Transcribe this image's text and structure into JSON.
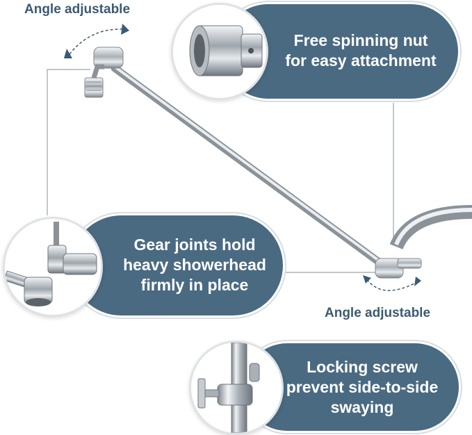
{
  "callouts": {
    "spinning_nut": "Free spinning nut\nfor easy attachment",
    "gear_joints": "Gear joints hold\nheavy showerhead\nfirmly in place",
    "locking_screw": "Locking screw\nprevent side-to-side\nswaying"
  },
  "labels": {
    "angle_top": "Angle adjustable",
    "angle_bottom": "Angle adjustable"
  },
  "colors": {
    "pill": "#4a6a82",
    "label": "#3b5a73",
    "chrome": "#c8ccd0"
  },
  "icons": [
    "rotate-arrow-icon",
    "rotate-arrow-icon"
  ]
}
